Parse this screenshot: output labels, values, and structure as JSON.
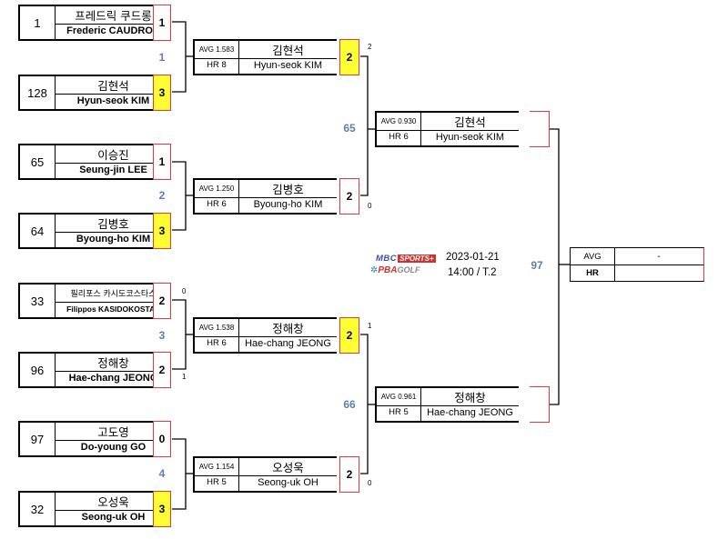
{
  "round1": [
    {
      "seed": "1",
      "kor": "프레드릭 쿠드롱",
      "eng": "Frederic CAUDRON",
      "score": "1",
      "winner": false
    },
    {
      "seed": "128",
      "kor": "김현석",
      "eng": "Hyun-seok KIM",
      "score": "3",
      "winner": true
    },
    {
      "seed": "65",
      "kor": "이승진",
      "eng": "Seung-jin LEE",
      "score": "1",
      "winner": false
    },
    {
      "seed": "64",
      "kor": "김병호",
      "eng": "Byoung-ho KIM",
      "score": "3",
      "winner": true
    },
    {
      "seed": "33",
      "kor": "필리포스 카시도코스타스",
      "eng": "Filippos KASIDOKOSTAS",
      "score": "2",
      "winner": false,
      "side": "0"
    },
    {
      "seed": "96",
      "kor": "정해창",
      "eng": "Hae-chang JEONG",
      "score": "2",
      "winner": false,
      "side": "1"
    },
    {
      "seed": "97",
      "kor": "고도영",
      "eng": "Do-young GO",
      "score": "0",
      "winner": false
    },
    {
      "seed": "32",
      "kor": "오성욱",
      "eng": "Seong-uk OH",
      "score": "3",
      "winner": true
    }
  ],
  "match_numbers_r1": [
    "1",
    "2",
    "3",
    "4"
  ],
  "round2": [
    {
      "avg": "AVG 1.583",
      "hr": "HR 8",
      "kor": "김현석",
      "eng": "Hyun-seok KIM",
      "score": "2",
      "winner": true,
      "side": "2"
    },
    {
      "avg": "AVG 1.250",
      "hr": "HR 6",
      "kor": "김병호",
      "eng": "Byoung-ho KIM",
      "score": "2",
      "winner": false,
      "side": "0"
    },
    {
      "avg": "AVG 1.538",
      "hr": "HR 6",
      "kor": "정해창",
      "eng": "Hae-chang JEONG",
      "score": "2",
      "winner": true,
      "side": "1"
    },
    {
      "avg": "AVG 1.154",
      "hr": "HR 5",
      "kor": "오성욱",
      "eng": "Seong-uk OH",
      "score": "2",
      "winner": false,
      "side": "0"
    }
  ],
  "match_numbers_r2": [
    "65",
    "66"
  ],
  "semis": [
    {
      "avg": "AVG 0.930",
      "hr": "HR 6",
      "kor": "김현석",
      "eng": "Hyun-seok KIM"
    },
    {
      "avg": "AVG 0.961",
      "hr": "HR 5",
      "kor": "정해창",
      "eng": "Hae-chang JEONG"
    }
  ],
  "match_number_final": "97",
  "final": {
    "avg_label": "AVG",
    "avg_value": "-",
    "hr_label": "HR",
    "hr_value": ""
  },
  "logo": {
    "line1_mbc": "MBC",
    "line1_sports": "SPORTS+",
    "line2_pba": "PBA",
    "line2_golf": "GOLF"
  },
  "info": {
    "date": "2023-01-21",
    "time": "14:00 / T.2"
  },
  "colors": {
    "win": "#ffff33",
    "score_border": "#e03a3a",
    "match_number": "#5b7fb0"
  }
}
